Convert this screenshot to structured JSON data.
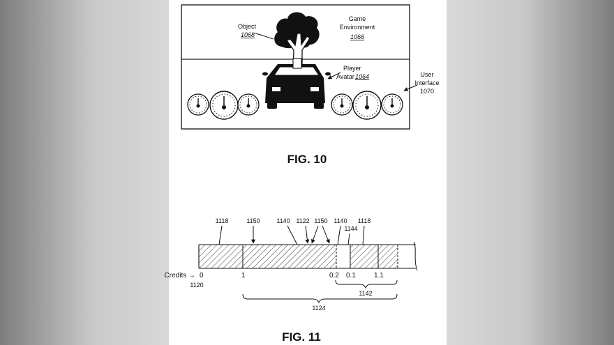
{
  "fig10": {
    "caption": "FIG. 10",
    "object_label": "Object",
    "object_ref": "1068",
    "env_label_line1": "Game",
    "env_label_line2": "Environment",
    "env_ref": "1066",
    "avatar_label_line1": "Player",
    "avatar_label_line2": "Avatar",
    "avatar_ref": "1064",
    "ui_label_line1": "User",
    "ui_label_line2": "Interface",
    "ui_ref": "1070"
  },
  "fig11": {
    "caption": "FIG. 11",
    "top_refs": [
      "1118",
      "1150",
      "1140",
      "1122",
      "1150",
      "1140",
      "1144",
      "1118"
    ],
    "credits_label": "Credits →",
    "credits_ref": "1120",
    "scale_labels": [
      "0",
      "1",
      "0.2",
      "0.1",
      "1.1"
    ],
    "brace_1142": "1142",
    "brace_1124": "1124"
  }
}
